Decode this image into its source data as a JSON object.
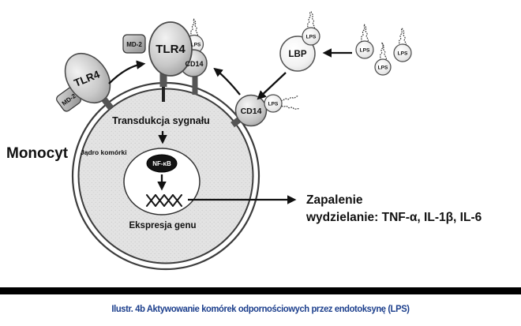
{
  "labels": {
    "monocyte": "Monocyt",
    "tlr4": "TLR4",
    "md2": "MD-2",
    "cd14": "CD14",
    "lps": "LPS",
    "lbp": "LBP",
    "signal_transduction": "Transdukcja sygnału",
    "nucleus": "Jądro komórki",
    "nfkb": "NF-κB",
    "gene_expression": "Ekspresja genu",
    "inflammation": "Zapalenie",
    "secretion": "wydzielanie: TNF-α, IL-1β, IL-6"
  },
  "caption": "Ilustr. 4b Aktywowanie komórek odpornościowych przez endotoksynę (LPS)",
  "colors": {
    "caption_text": "#1b3e8c",
    "divider": "#000000",
    "ink": "#111111",
    "cytoplasm": "#e3e3e3"
  }
}
